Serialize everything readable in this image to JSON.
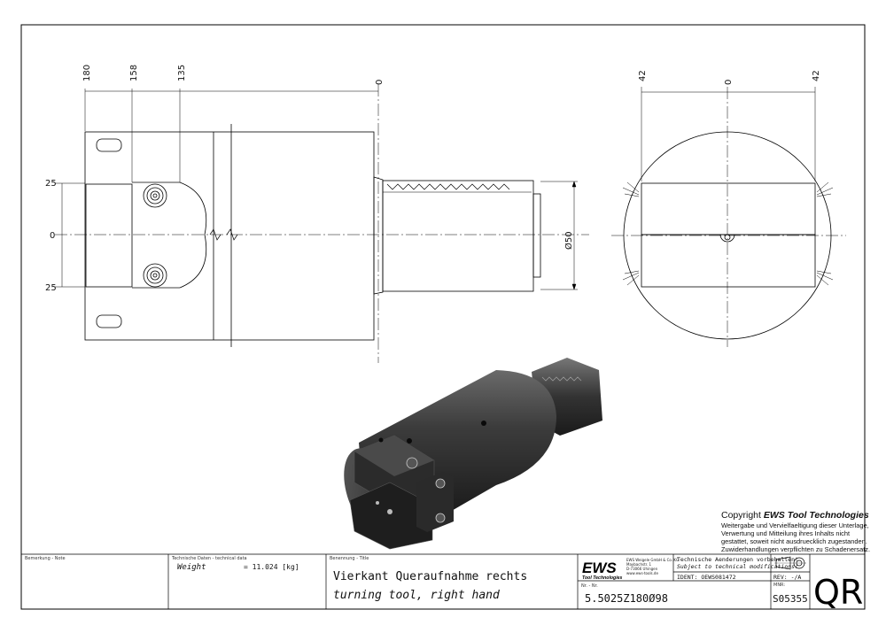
{
  "dimensions": {
    "top": [
      "180",
      "158",
      "135",
      "0"
    ],
    "left": [
      "25",
      "0",
      "25"
    ],
    "diameter": "Ø50",
    "right_view_top": [
      "42",
      "0",
      "42"
    ]
  },
  "copyright": {
    "prefix": "Copyright ",
    "brand": "EWS Tool Technologies",
    "lines": [
      "Weitergabe und Vervielfaeltigung dieser Unterlage,",
      "Verwertung und Mitteilung ihres Inhalts nicht",
      "gestattet, soweit nicht ausdruecklich zugestanden.",
      "Zuwiderhandlungen verpflichten zu Schadenersatz."
    ]
  },
  "title_block": {
    "remark_label": "Bemerkung - Note",
    "tech_label": "Technische Daten - technical data",
    "weight_label": "Weight",
    "weight_value": "=  11.024 [kg]",
    "title_label": "Benennung - Title",
    "title_de": "Vierkant Queraufnahme rechts",
    "title_en": "turning tool, right hand",
    "logo_text": "EWS",
    "logo_sub": "Tool Technologies",
    "company_lines": [
      "EWS Weigele GmbH & Co. KG",
      "Maybachstr. 1",
      "D-73066 Uhingen",
      "www.ews-tools.de"
    ],
    "nr_label": "Nr. - Nr.",
    "part_number": "5.5025Z180Ø98",
    "notice_de": "Technische Aenderungen vorbehalten!",
    "notice_en": "Subject to technical modifications!",
    "ident": "IDENT: OEWS081472",
    "rev": "REV: -/A",
    "mnr_label": "MNR:",
    "mnr": "S05355",
    "code": "QR"
  }
}
